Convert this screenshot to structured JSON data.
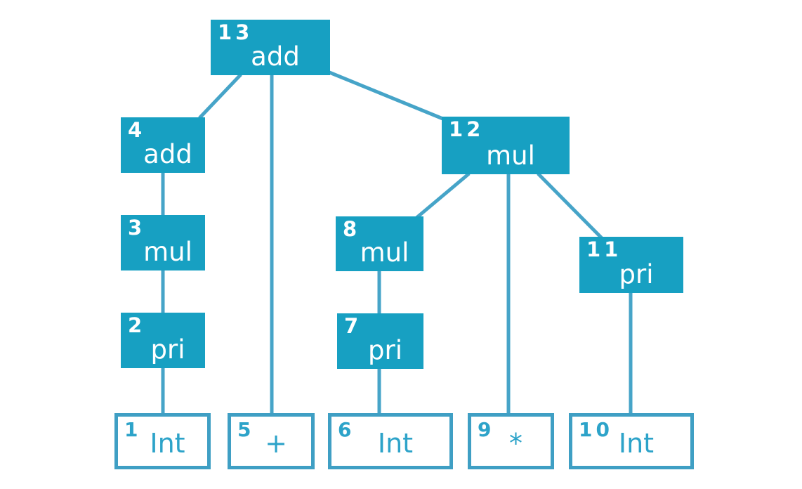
{
  "diagram": {
    "type": "parse-tree",
    "colors": {
      "node_fill": "#17a0c2",
      "node_text": "#ffffff",
      "edge": "#46a4c8",
      "leaf_border": "#3f9fc4",
      "leaf_text": "#2da3c9",
      "background": "#ffffff"
    },
    "nodes": {
      "n13": {
        "id": "13",
        "label": "add",
        "kind": "internal"
      },
      "n4": {
        "id": "4",
        "label": "add",
        "kind": "internal"
      },
      "n3": {
        "id": "3",
        "label": "mul",
        "kind": "internal"
      },
      "n2": {
        "id": "2",
        "label": "pri",
        "kind": "internal"
      },
      "n12": {
        "id": "12",
        "label": "mul",
        "kind": "internal"
      },
      "n8": {
        "id": "8",
        "label": "mul",
        "kind": "internal"
      },
      "n7": {
        "id": "7",
        "label": "pri",
        "kind": "internal"
      },
      "n11": {
        "id": "11",
        "label": "pri",
        "kind": "internal"
      },
      "n1": {
        "id": "1",
        "label": "Int",
        "kind": "leaf"
      },
      "n5": {
        "id": "5",
        "label": "+",
        "kind": "leaf"
      },
      "n6": {
        "id": "6",
        "label": "Int",
        "kind": "leaf"
      },
      "n9": {
        "id": "9",
        "label": "*",
        "kind": "leaf"
      },
      "n10": {
        "id": "10",
        "label": "Int",
        "kind": "leaf"
      }
    },
    "edges": [
      [
        "13",
        "4"
      ],
      [
        "13",
        "5"
      ],
      [
        "13",
        "12"
      ],
      [
        "4",
        "3"
      ],
      [
        "3",
        "2"
      ],
      [
        "2",
        "1"
      ],
      [
        "12",
        "8"
      ],
      [
        "12",
        "9"
      ],
      [
        "12",
        "11"
      ],
      [
        "8",
        "7"
      ],
      [
        "7",
        "6"
      ],
      [
        "11",
        "10"
      ]
    ]
  }
}
